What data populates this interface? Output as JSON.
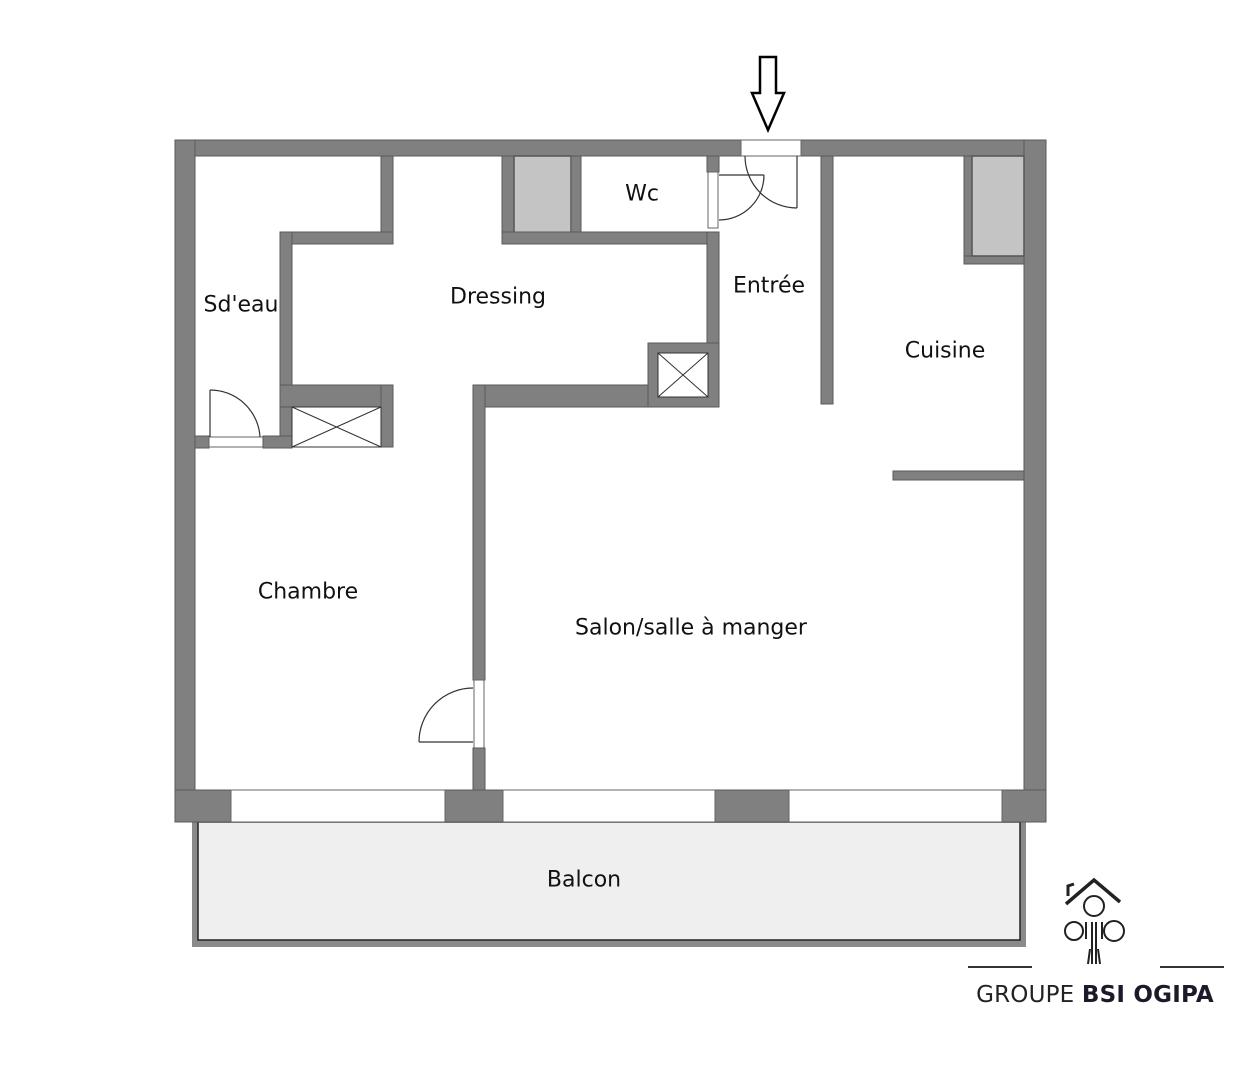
{
  "plan": {
    "entry_marker": "entry-arrow",
    "rooms": {
      "sdeau": "Sd'eau",
      "dressing": "Dressing",
      "wc": "Wc",
      "entree": "Entrée",
      "cuisine": "Cuisine",
      "chambre": "Chambre",
      "salon": "Salon/salle à manger",
      "balcon": "Balcon"
    },
    "colors": {
      "wall": "#808080",
      "shaft": "#c4c4c4",
      "balcony": "#efefef",
      "background": "#ffffff"
    }
  },
  "logo": {
    "prefix": "GROUPE",
    "brand": "BSI OGIPA",
    "icon": "house-family-icon"
  }
}
